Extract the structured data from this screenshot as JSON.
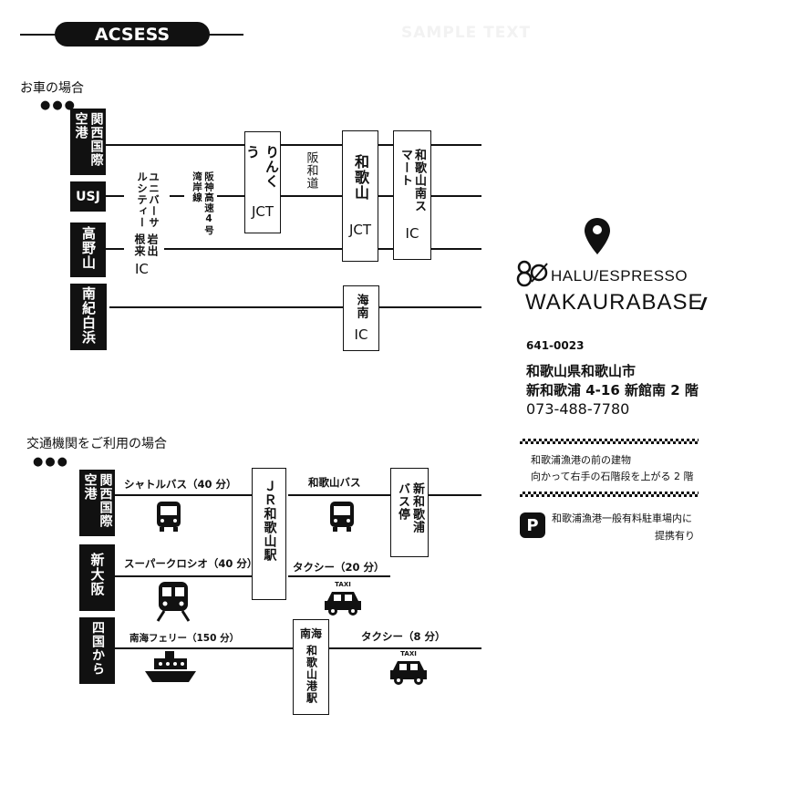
{
  "header": {
    "title": "ACSESS",
    "watermark": "SAMPLE TEXT"
  },
  "car": {
    "heading": "お車の場合",
    "dots": "●●●",
    "origins": [
      "関西国際空港",
      "USJ",
      "高野山",
      "南紀白浜"
    ],
    "citySign": "ユニバーサルシティー",
    "hanshin": "阪神高速4号湾岸線",
    "iwadeTop": "岩出根来",
    "iwadeIC": "IC",
    "rinkuTop": "りんくう",
    "rinkuBottom": "JCT",
    "hanwa": "阪和道",
    "wakayamaTop": "和歌山",
    "wakayamaBottom": "JCT",
    "smartTop": "和歌山南スマート",
    "smartBottom": "IC",
    "kainanTop": "海南",
    "kainanBottom": "IC"
  },
  "shop": {
    "logo_line1": "HALU/ESPRESSO",
    "logo_line2": "WAKAURABASE",
    "postal": "641-0023",
    "address1": "和歌山県和歌山市",
    "address2": "新和歌浦 4-16 新館南 2 階",
    "phone": "073-488-7780",
    "note1": "和歌浦漁港の前の建物",
    "note2": "向かって右手の石階段を上がる 2 階",
    "parking_icon": "P",
    "parking1": "和歌浦漁港一般有料駐車場内に",
    "parking2": "提携有り"
  },
  "transit": {
    "heading": "交通機関をご利用の場合",
    "dots": "●●●",
    "origins": [
      "関西国際空港",
      "新大阪",
      "四国から"
    ],
    "shuttle": "シャトルバス（40 分）",
    "superkuroshio": "スーパークロシオ（40 分）",
    "ferry": "南海フェリー（150 分）",
    "jr": "ＪＲ和歌山駅",
    "wakayamaBus": "和歌山バス",
    "shinwakaBus": "新和歌浦バス停",
    "taxi20": "タクシー（20 分）",
    "nankaiTop": "南海",
    "nankaiBottom": "和歌山港駅",
    "taxi8": "タクシー（8 分）",
    "taxiSign": "TAXI"
  },
  "icons": [
    "map-pin-icon",
    "bus-icon",
    "train-icon",
    "ship-icon",
    "taxi-icon",
    "parking-icon"
  ]
}
